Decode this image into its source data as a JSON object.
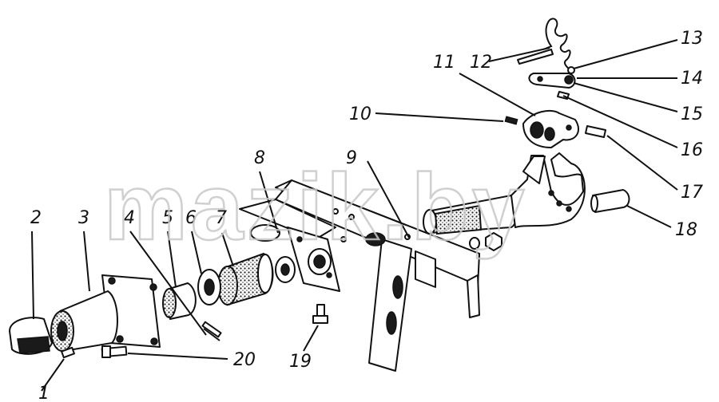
{
  "watermark": "mazik.by",
  "callouts": [
    {
      "id": "1",
      "label": "1"
    },
    {
      "id": "2",
      "label": "2"
    },
    {
      "id": "3",
      "label": "3"
    },
    {
      "id": "4",
      "label": "4"
    },
    {
      "id": "5",
      "label": "5"
    },
    {
      "id": "6",
      "label": "6"
    },
    {
      "id": "7",
      "label": "7"
    },
    {
      "id": "8",
      "label": "8"
    },
    {
      "id": "9",
      "label": "9"
    },
    {
      "id": "10",
      "label": "10"
    },
    {
      "id": "11",
      "label": "11"
    },
    {
      "id": "12",
      "label": "12"
    },
    {
      "id": "13",
      "label": "13"
    },
    {
      "id": "14",
      "label": "14"
    },
    {
      "id": "15",
      "label": "15"
    },
    {
      "id": "16",
      "label": "16"
    },
    {
      "id": "17",
      "label": "17"
    },
    {
      "id": "18",
      "label": "18"
    },
    {
      "id": "19",
      "label": "19"
    },
    {
      "id": "20",
      "label": "20"
    }
  ]
}
